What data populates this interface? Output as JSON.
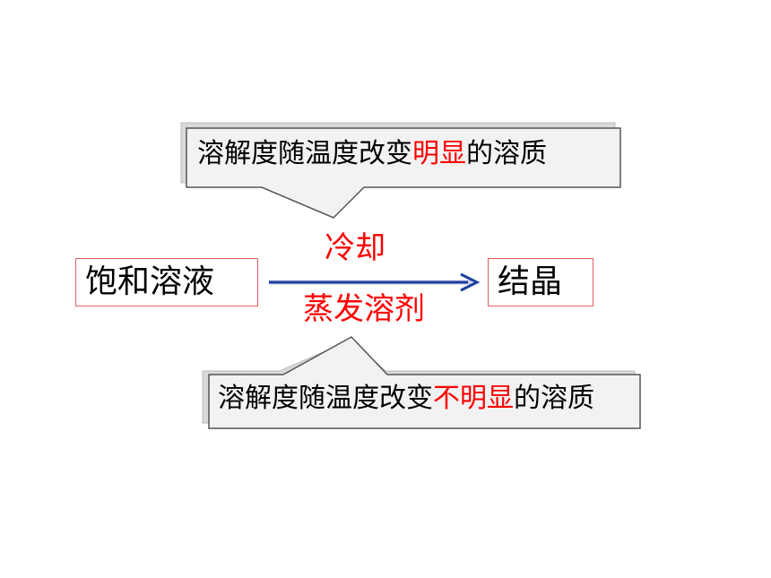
{
  "callout_top": {
    "pre": "溶解度随温度改变",
    "highlight": "明显",
    "post": "的溶质"
  },
  "callout_bottom": {
    "pre": "溶解度随温度改变",
    "highlight": "不明显",
    "post": "的溶质"
  },
  "source_box": "饱和溶液",
  "target_box": "结晶",
  "arrow_label_top": "冷却",
  "arrow_label_bottom": "蒸发溶剂",
  "colors": {
    "highlight": "#ff0000",
    "arrow": "#1f3fa0",
    "box_border": "#e06060",
    "callout_fill": "#f2f2f2",
    "callout_border": "#555555"
  }
}
